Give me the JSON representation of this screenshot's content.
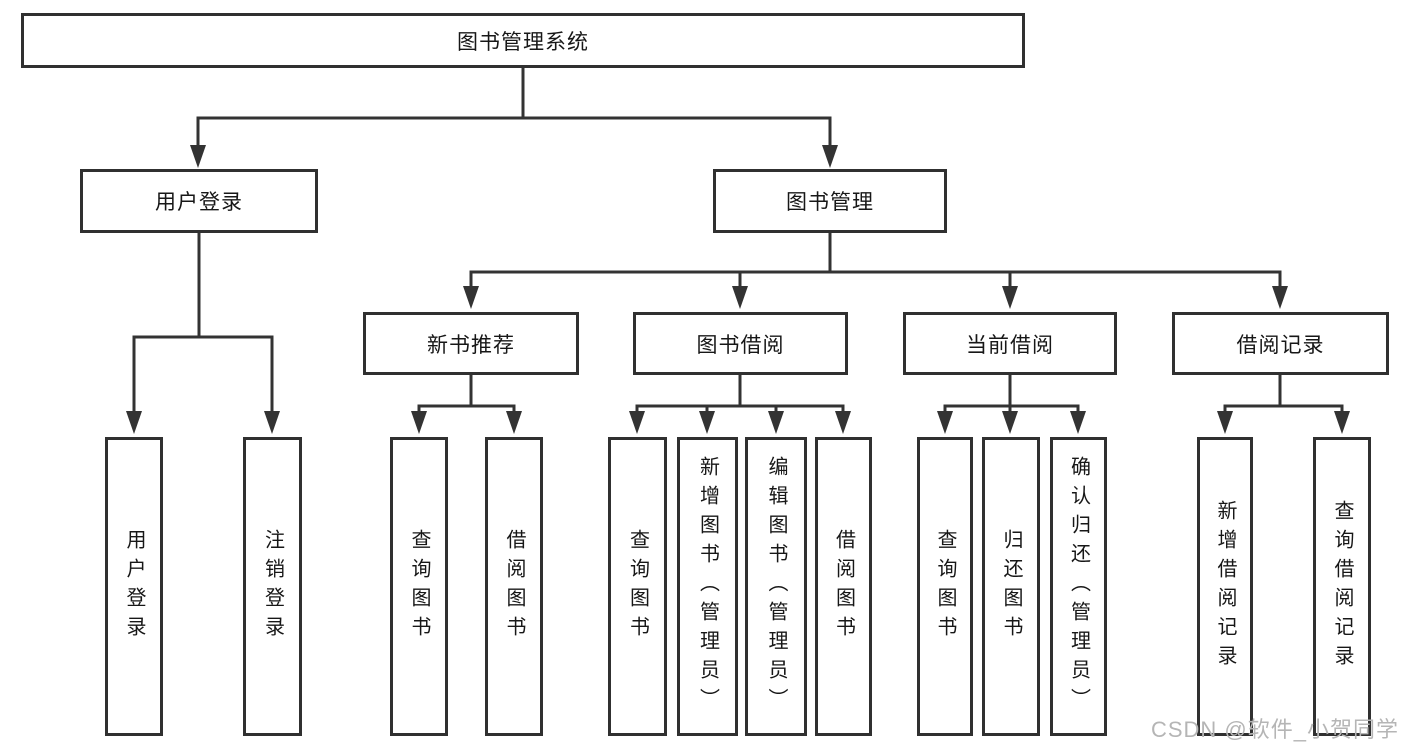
{
  "watermark": "CSDN @软件_小贺同学",
  "colors": {
    "line": "#333333",
    "box_border": "#303030",
    "text": "#171717",
    "background": "#ffffff",
    "watermark_text": "#b5b5b5"
  },
  "tree": {
    "root": {
      "label": "图书管理系统"
    },
    "branches": [
      {
        "label": "用户登录",
        "children": [
          {
            "label": "用户登录"
          },
          {
            "label": "注销登录"
          }
        ]
      },
      {
        "label": "图书管理",
        "children": [
          {
            "label": "新书推荐",
            "children": [
              {
                "label": "查询图书"
              },
              {
                "label": "借阅图书"
              }
            ]
          },
          {
            "label": "图书借阅",
            "children": [
              {
                "label": "查询图书"
              },
              {
                "label": "新增图书（管理员）"
              },
              {
                "label": "编辑图书（管理员）"
              },
              {
                "label": "借阅图书"
              }
            ]
          },
          {
            "label": "当前借阅",
            "children": [
              {
                "label": "查询图书"
              },
              {
                "label": "归还图书"
              },
              {
                "label": "确认归还（管理员）"
              }
            ]
          },
          {
            "label": "借阅记录",
            "children": [
              {
                "label": "新增借阅记录"
              },
              {
                "label": "查询借阅记录"
              }
            ]
          }
        ]
      }
    ]
  }
}
